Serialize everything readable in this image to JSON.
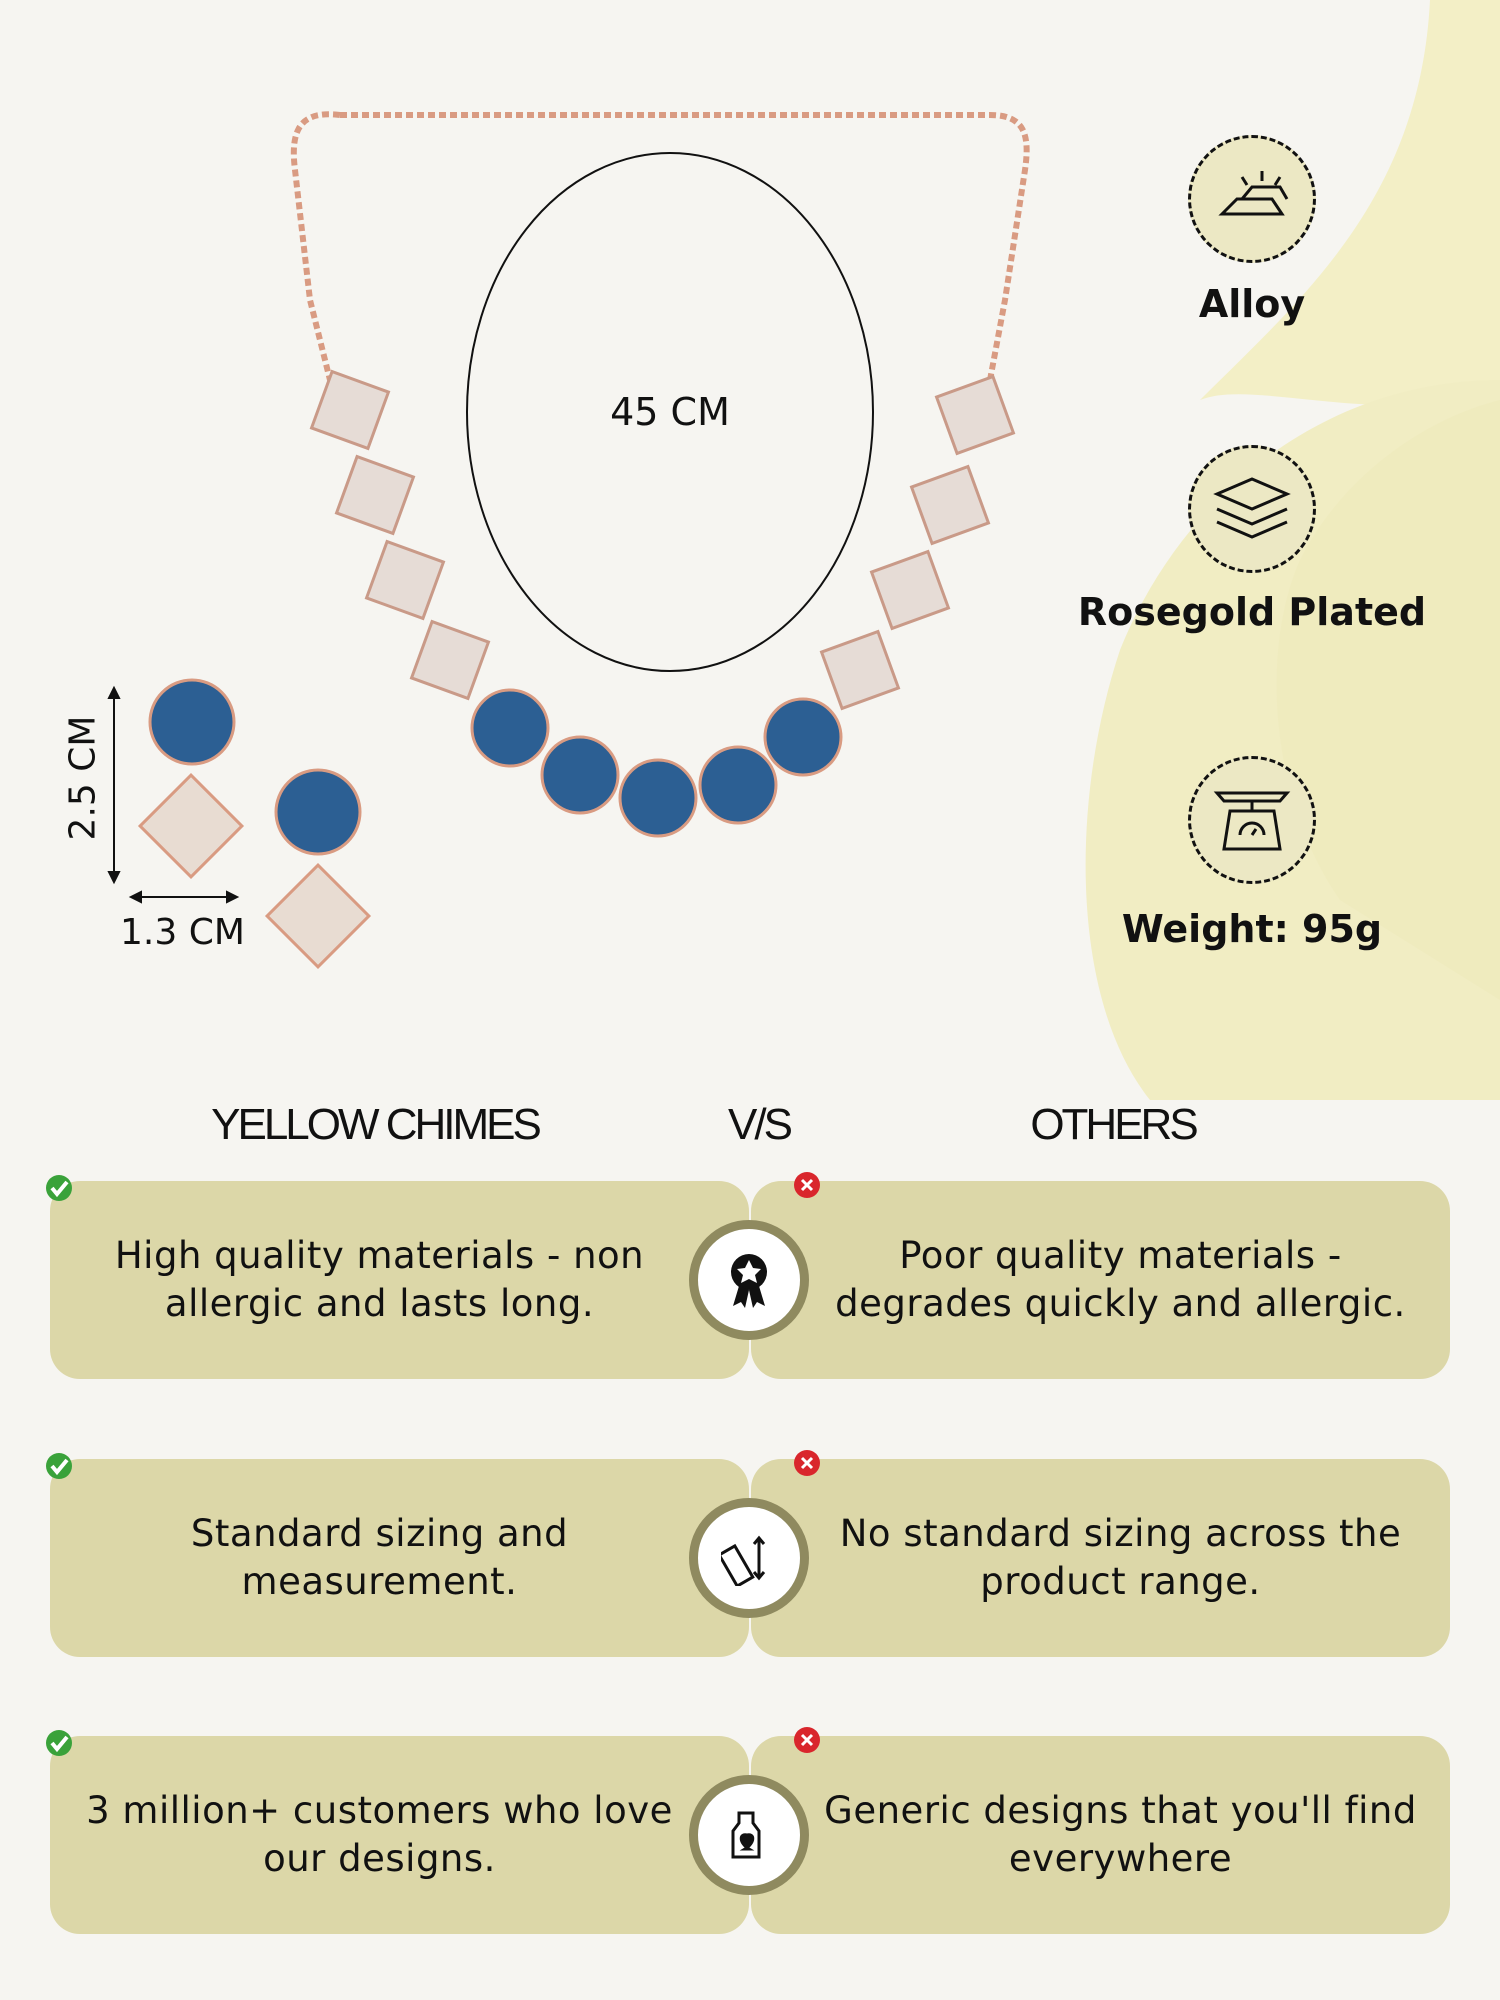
{
  "dimensions": {
    "necklace_length": "45 CM",
    "earring_height": "2.5 CM",
    "earring_width": "1.3 CM"
  },
  "features": [
    {
      "icon": "gold-bars-icon",
      "label": "Alloy"
    },
    {
      "icon": "layers-icon",
      "label": "Rosegold Plated"
    },
    {
      "icon": "scale-icon",
      "label": "Weight: 95g"
    }
  ],
  "comparison": {
    "brand": "YELLOW CHIMES",
    "vs": "V/S",
    "others": "OTHERS",
    "rows": [
      {
        "icon": "award-badge-icon",
        "ours": "High quality materials - non allergic and lasts long.",
        "theirs": "Poor quality materials - degrades quickly and allergic."
      },
      {
        "icon": "ruler-measure-icon",
        "ours": "Standard sizing and measurement.",
        "theirs": "No standard sizing across the product range."
      },
      {
        "icon": "customer-heart-icon",
        "ours": "3 million+ customers who love our designs.",
        "theirs": "Generic designs that you'll find everywhere"
      }
    ]
  },
  "colors": {
    "box": "#dcd7a8",
    "ring": "#8f8a5f",
    "check": "#3aa23a",
    "cross": "#d9262c",
    "stone": "#2c5f93"
  }
}
